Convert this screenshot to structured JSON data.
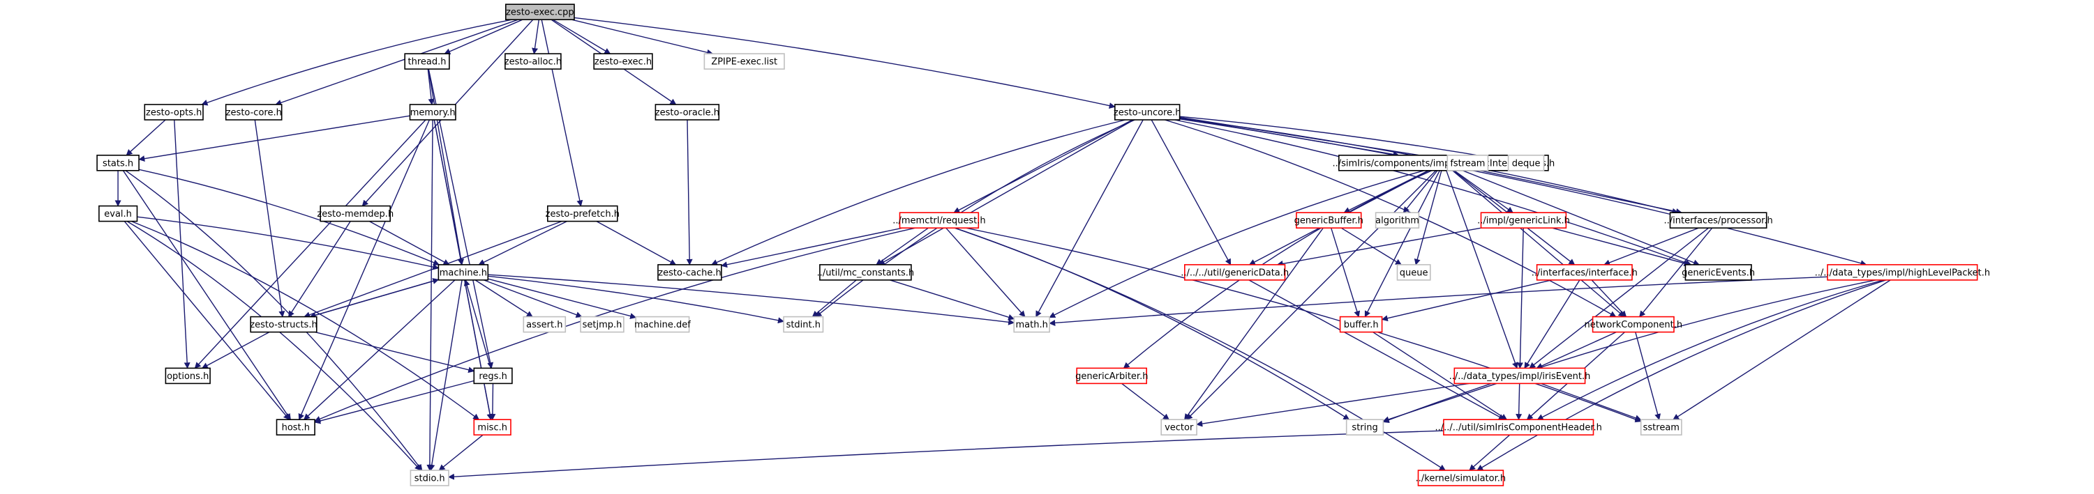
{
  "colors": {
    "edge": "#191970",
    "root_fill": "#bfbfbf",
    "default_border": "#000000",
    "linked_border": "#ff0000",
    "system_border": "#bfbfbf",
    "system_text": "#555555"
  },
  "nodes": [
    {
      "id": "zesto_exec_cpp",
      "label": "zesto-exec.cpp",
      "kind": "root"
    },
    {
      "id": "thread_h",
      "label": "thread.h",
      "kind": "default"
    },
    {
      "id": "zesto_alloc_h",
      "label": "zesto-alloc.h",
      "kind": "default"
    },
    {
      "id": "zesto_exec_h",
      "label": "zesto-exec.h",
      "kind": "default"
    },
    {
      "id": "zpipe_exec_list",
      "label": "ZPIPE-exec.list",
      "kind": "system"
    },
    {
      "id": "zesto_opts_h",
      "label": "zesto-opts.h",
      "kind": "default"
    },
    {
      "id": "zesto_core_h",
      "label": "zesto-core.h",
      "kind": "default"
    },
    {
      "id": "memory_h",
      "label": "memory.h",
      "kind": "default"
    },
    {
      "id": "zesto_oracle_h",
      "label": "zesto-oracle.h",
      "kind": "default"
    },
    {
      "id": "zesto_uncore_h",
      "label": "zesto-uncore.h",
      "kind": "default"
    },
    {
      "id": "stats_h",
      "label": "stats.h",
      "kind": "default"
    },
    {
      "id": "eval_h",
      "label": "eval.h",
      "kind": "default"
    },
    {
      "id": "zesto_memdep_h",
      "label": "zesto-memdep.h",
      "kind": "default"
    },
    {
      "id": "zesto_prefetch_h",
      "label": "zesto-prefetch.h",
      "kind": "default"
    },
    {
      "id": "machine_h",
      "label": "machine.h",
      "kind": "default"
    },
    {
      "id": "zesto_structs_h",
      "label": "zesto-structs.h",
      "kind": "default"
    },
    {
      "id": "options_h",
      "label": "options.h",
      "kind": "default"
    },
    {
      "id": "regs_h",
      "label": "regs.h",
      "kind": "default"
    },
    {
      "id": "host_h",
      "label": "host.h",
      "kind": "default"
    },
    {
      "id": "misc_h",
      "label": "misc.h",
      "kind": "linked"
    },
    {
      "id": "stdio_h",
      "label": "stdio.h",
      "kind": "system"
    },
    {
      "id": "assert_h",
      "label": "assert.h",
      "kind": "system"
    },
    {
      "id": "setjmp_h",
      "label": "setjmp.h",
      "kind": "system"
    },
    {
      "id": "machine_def",
      "label": "machine.def",
      "kind": "system"
    },
    {
      "id": "zesto_cache_h",
      "label": "zesto-cache.h",
      "kind": "default"
    },
    {
      "id": "memctrl_request_h",
      "label": "../memctrl/request.h",
      "kind": "linked"
    },
    {
      "id": "util_mc_constants_h",
      "label": "../util/mc_constants.h",
      "kind": "default"
    },
    {
      "id": "stdint_h",
      "label": "stdint.h",
      "kind": "system"
    },
    {
      "id": "math_h",
      "label": "math.h",
      "kind": "system"
    },
    {
      "id": "generic_interface_vcs_h",
      "label": "../simIris/components/impl/genericInterfaceVcs.h",
      "kind": "default"
    },
    {
      "id": "fstream",
      "label": "fstream",
      "kind": "system"
    },
    {
      "id": "deque",
      "label": "deque",
      "kind": "system"
    },
    {
      "id": "generic_buffer_h",
      "label": "genericBuffer.h",
      "kind": "linked"
    },
    {
      "id": "algorithm",
      "label": "algorithm",
      "kind": "system"
    },
    {
      "id": "impl_generic_link_h",
      "label": "../impl/genericLink.h",
      "kind": "linked"
    },
    {
      "id": "interfaces_processor_h",
      "label": "../interfaces/processor.h",
      "kind": "default"
    },
    {
      "id": "util_generic_data_h",
      "label": "../../../util/genericData.h",
      "kind": "linked"
    },
    {
      "id": "queue",
      "label": "queue",
      "kind": "system"
    },
    {
      "id": "interfaces_interface_h",
      "label": "../interfaces/interface.h",
      "kind": "linked"
    },
    {
      "id": "generic_events_h",
      "label": "genericEvents.h",
      "kind": "default"
    },
    {
      "id": "high_level_packet_h",
      "label": "../../data_types/impl/highLevelPacket.h",
      "kind": "linked"
    },
    {
      "id": "buffer_h",
      "label": "buffer.h",
      "kind": "linked"
    },
    {
      "id": "network_component_h",
      "label": "networkComponent.h",
      "kind": "linked"
    },
    {
      "id": "generic_arbiter_h",
      "label": "genericArbiter.h",
      "kind": "linked"
    },
    {
      "id": "iris_event_h",
      "label": "../../data_types/impl/irisEvent.h",
      "kind": "linked"
    },
    {
      "id": "vector",
      "label": "vector",
      "kind": "system"
    },
    {
      "id": "string",
      "label": "string",
      "kind": "system"
    },
    {
      "id": "sim_iris_component_header_h",
      "label": "../../../util/simIrisComponentHeader.h",
      "kind": "linked"
    },
    {
      "id": "sstream",
      "label": "sstream",
      "kind": "system"
    },
    {
      "id": "kernel_simulator_h",
      "label": "../kernel/simulator.h",
      "kind": "linked"
    }
  ]
}
